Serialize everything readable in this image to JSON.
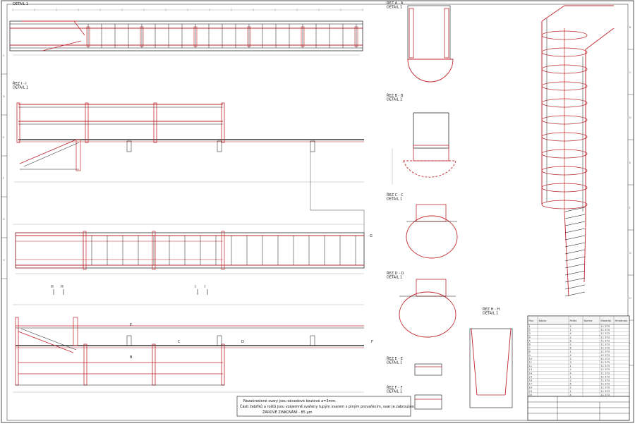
{
  "sheet": {
    "frame_letters_left": [
      "C",
      "D",
      "E",
      "F",
      "G",
      "H"
    ],
    "frame_letters_right": [
      "B",
      "C",
      "D",
      "E",
      "F",
      "G",
      "H",
      "I"
    ]
  },
  "views": {
    "top": "DETAIL 1",
    "section_ii": "ŘEZ I - I\nDETAIL 1",
    "section_aa": "ŘEZ A - A\nDETAIL 1",
    "section_bb": "ŘEZ B - B\nDETAIL 1",
    "section_cc": "ŘEZ C - C\nDETAIL 1",
    "section_dd": "ŘEZ D - D\nDETAIL 1",
    "section_ee": "ŘEZ E - E\nDETAIL 1",
    "section_ff": "ŘEZ F - F\nDETAIL 1",
    "section_hh": "ŘEZ H - H\nDETAIL 1"
  },
  "cut_markers": {
    "h": "H",
    "i": "I",
    "e": "E",
    "c": "C",
    "d": "D",
    "f": "F",
    "g": "G",
    "b": "B"
  },
  "notes": {
    "line1": "Nezakreslené svary jsou obvodové koutové a=3mm.",
    "line2": "Části žebříků a roštů jsou vzájemně svařeny tupým svarem s plným provařením, svar je zabroušen.",
    "line3": "ŽÁROVÉ ZINKOVÁNÍ - 85 µm"
  },
  "bom": {
    "header": [
      "Poz.",
      "Název",
      "Počet",
      "Norma",
      "Materiál",
      "Hmotnost"
    ],
    "rows": [
      [
        "1",
        "",
        "2",
        "",
        "11 373",
        ""
      ],
      [
        "2",
        "",
        "1",
        "",
        "11 373",
        ""
      ],
      [
        "3",
        "",
        "4",
        "",
        "11 373",
        ""
      ],
      [
        "4",
        "",
        "2",
        "",
        "11 373",
        ""
      ],
      [
        "5",
        "",
        "6",
        "",
        "11 373",
        ""
      ],
      [
        "6",
        "",
        "2",
        "",
        "11 373",
        ""
      ],
      [
        "7",
        "",
        "8",
        "",
        "11 373",
        ""
      ],
      [
        "8",
        "",
        "1",
        "",
        "11 373",
        ""
      ],
      [
        "9",
        "",
        "4",
        "",
        "11 373",
        ""
      ],
      [
        "10",
        "",
        "2",
        "",
        "11 373",
        ""
      ],
      [
        "11",
        "",
        "3",
        "",
        "11 373",
        ""
      ],
      [
        "12",
        "",
        "1",
        "",
        "11 373",
        ""
      ],
      [
        "13",
        "",
        "2",
        "",
        "11 373",
        ""
      ],
      [
        "14",
        "",
        "4",
        "",
        "11 373",
        ""
      ],
      [
        "15",
        "",
        "1",
        "",
        "11 373",
        ""
      ],
      [
        "16",
        "",
        "2",
        "",
        "11 373",
        ""
      ],
      [
        "17",
        "",
        "6",
        "",
        "11 373",
        ""
      ],
      [
        "18",
        "",
        "2",
        "",
        "11 373",
        ""
      ],
      [
        "19",
        "",
        "1",
        "",
        "11 373",
        ""
      ],
      [
        "20",
        "",
        "4",
        "",
        "11 373",
        ""
      ]
    ]
  },
  "colors": {
    "steel": "#c0272d",
    "outline": "#111111",
    "dimension": "#8a8a8a"
  }
}
